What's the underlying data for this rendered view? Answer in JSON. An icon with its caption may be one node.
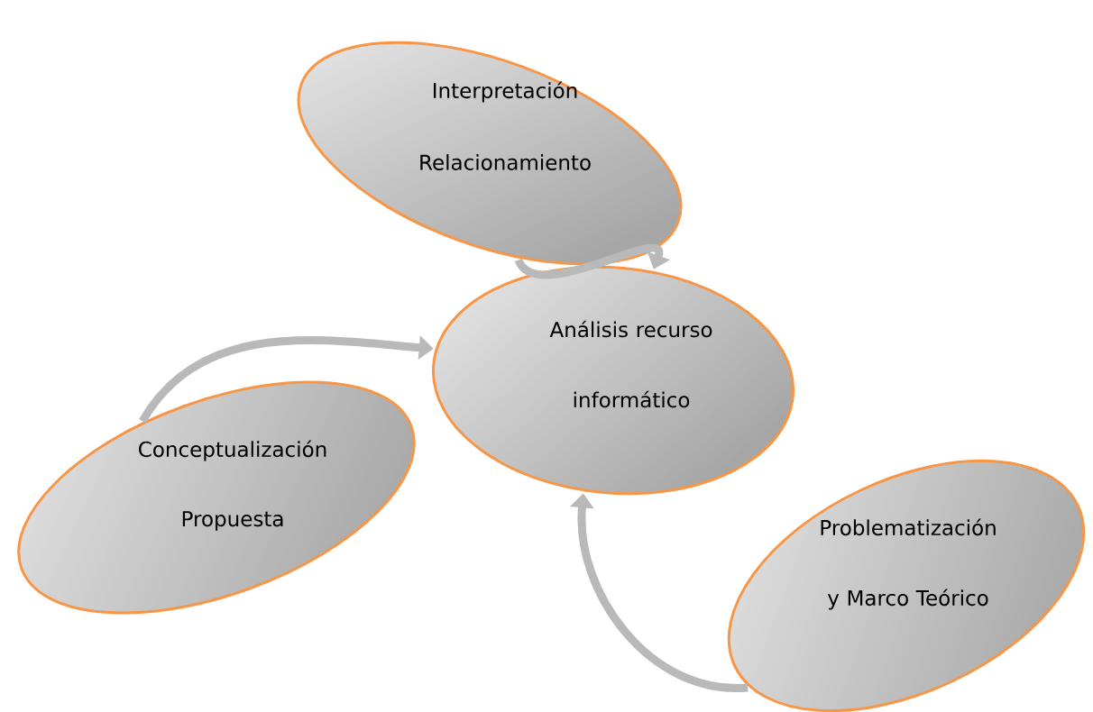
{
  "diagram": {
    "nodes": [
      {
        "text": [
          "Interpretación",
          "Relacionamiento"
        ]
      },
      {
        "text": [
          "Análisis recurso informático"
        ]
      },
      {
        "text": [
          "Conceptualización",
          "Propuesta"
        ]
      },
      {
        "text": [
          "Problematización y Marco Teórico"
        ]
      }
    ],
    "edges": [
      {
        "from": 0,
        "to": 1,
        "arrow": "to"
      },
      {
        "from": 2,
        "to": 1,
        "arrow": "to"
      },
      {
        "from": 3,
        "to": 1,
        "arrow": "to"
      }
    ]
  }
}
